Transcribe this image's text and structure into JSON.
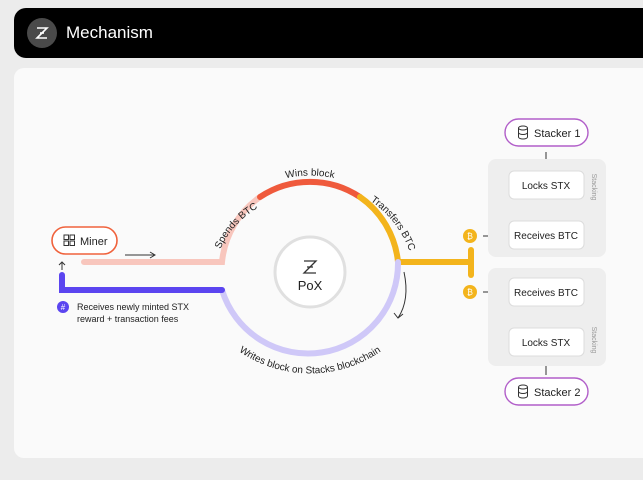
{
  "header": {
    "title": "Mechanism",
    "logo_icon": "stacks-logo-icon"
  },
  "diagram": {
    "miner": {
      "label": "Miner",
      "icon": "grid-icon"
    },
    "pox": {
      "label": "PoX",
      "icon": "stacks-logo-icon"
    },
    "edges": {
      "spends": "Spends BTC",
      "wins": "Wins block",
      "transfers": "Transfers BTC",
      "writes": "Writes block on Stacks blockchain"
    },
    "reward": {
      "line1": "Receives newly minted STX",
      "line2": "reward + transaction fees",
      "icon": "stx-coin-icon"
    },
    "stacker1": {
      "label": "Stacker 1",
      "icon": "database-icon",
      "lock": "Locks STX",
      "receive": "Receives BTC",
      "group": "Stacking"
    },
    "stacker2": {
      "label": "Stacker 2",
      "icon": "database-icon",
      "lock": "Locks STX",
      "receive": "Receives BTC",
      "group": "Stacking"
    },
    "coin_icon": "bitcoin-icon"
  },
  "colors": {
    "miner": "#f0623c",
    "pink": "#f8c6bd",
    "orange_red": "#ef5a3c",
    "gold": "#f3b41c",
    "purple": "#5b45f0",
    "lavender": "#cfc8f8",
    "stacker": "#b15ec9"
  }
}
